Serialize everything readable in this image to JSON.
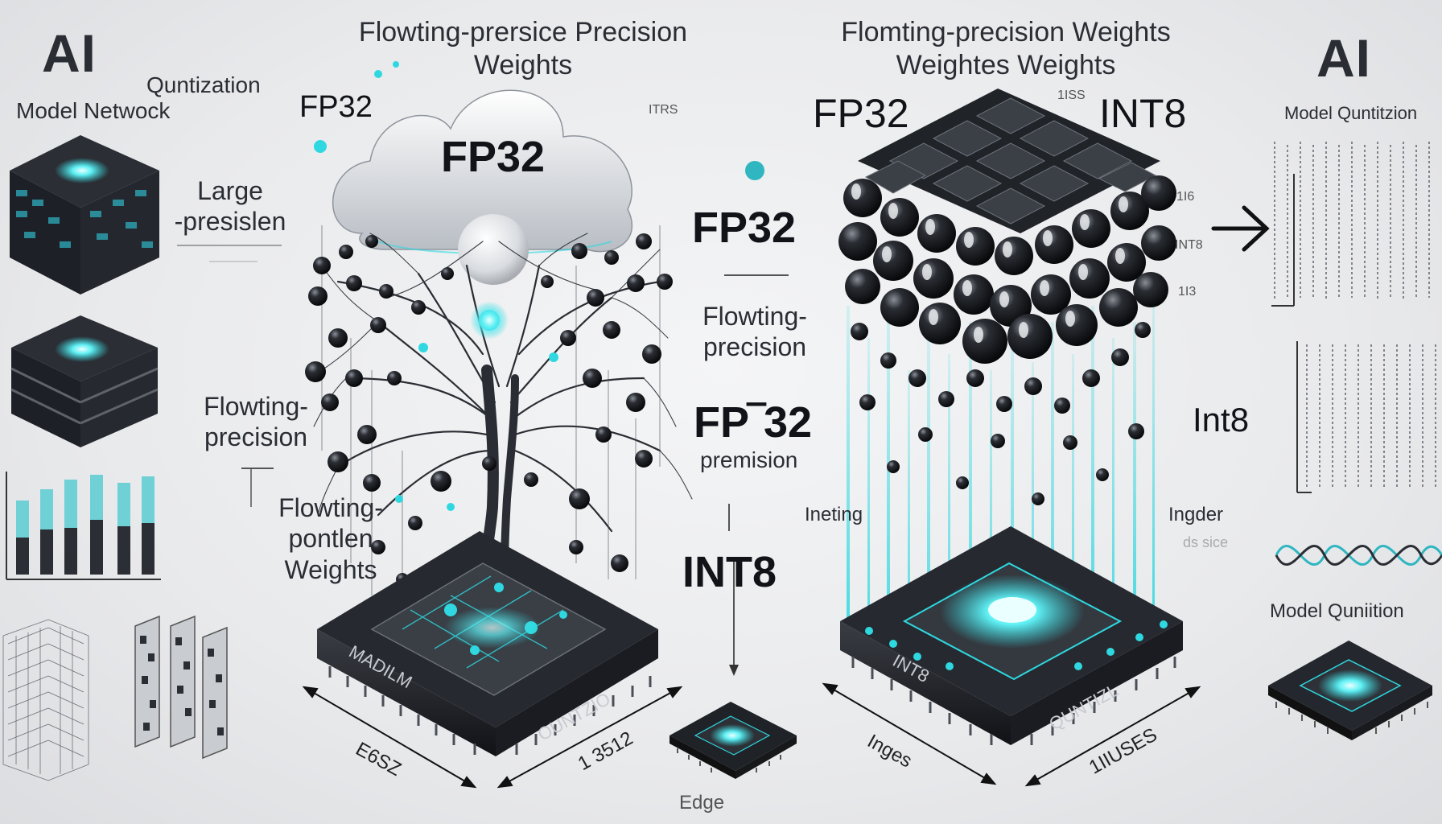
{
  "left": {
    "ai_title": "AI",
    "subtitle": "Model Netwock",
    "quant_label": "Quntization",
    "large_line1": "Large",
    "large_line2": "-presislen",
    "flow_line1": "Flowting-",
    "flow_line2": "precision"
  },
  "tree_side": {
    "header_line1": "Flowting-prersice Precision",
    "header_line2": "Weights",
    "fp32_left": "FP32",
    "cloud_label": "FP32",
    "tiny_label": "ITRS",
    "weights_line1": "Flowting-",
    "weights_line2": "pontlen",
    "weights_line3": "Weights",
    "chip_text_left": "MADILM",
    "chip_text_right": "OUNTZIO",
    "dim_left": "E6SZ",
    "dim_right": "1 3512"
  },
  "center": {
    "fp32_a": "FP32",
    "flow_line1": "Flowting-",
    "flow_line2": "precision",
    "fp32_b": "FP‾32",
    "premision": "premision",
    "int8": "INT8",
    "edge_label": "Edge"
  },
  "cube_side": {
    "header_line1": "Flomting-precision Weights",
    "header_line2": "Weightes  Weights",
    "fp32": "FP32",
    "int8": "INT8",
    "tiny_top": "1ISS",
    "tiny_1": "1I6",
    "tiny_2": "INT8",
    "tiny_3": "1I3",
    "ineting": "Ineting",
    "ingder": "Ingder",
    "ingder_sub": "ds sice",
    "chip_text_left": "INT8",
    "chip_text_right": "QUNTIZL",
    "dim_left": "Inges",
    "dim_right": "1IIUSES"
  },
  "right": {
    "ai_title": "AI",
    "subtitle": "Model Quntitzion",
    "int8_label": "Int8",
    "model_label": "Model Quniition"
  },
  "colors": {
    "accent": "#2fd8e0",
    "dark": "#1c1f24",
    "background": "#ececee"
  }
}
